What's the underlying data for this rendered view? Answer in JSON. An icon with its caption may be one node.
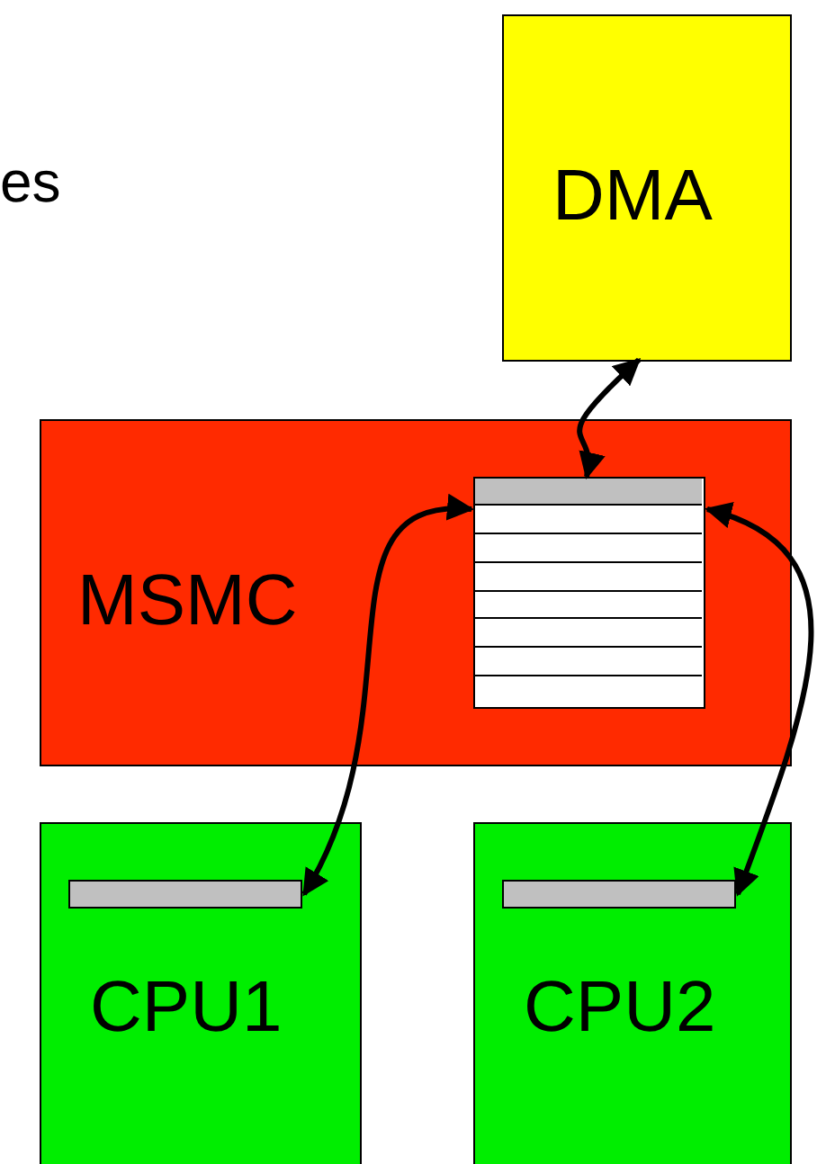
{
  "diagram": {
    "nodes": [
      {
        "text": [
          "DMA"
        ]
      },
      {
        "text": [
          "MSMC"
        ]
      },
      {
        "text": [],
        "shape": "box",
        "in": 1
      },
      {
        "text": [
          "CPU1"
        ]
      },
      {
        "text": [],
        "shape": "bar",
        "in": 3
      },
      {
        "text": [
          "CPU2"
        ]
      },
      {
        "text": [],
        "shape": "bar",
        "in": 5
      }
    ],
    "edges": [
      {
        "from": 0,
        "to": 2,
        "arrow": "both"
      },
      {
        "from": 2,
        "to": 4,
        "arrow": "both"
      },
      {
        "from": 2,
        "to": 6,
        "arrow": "both"
      }
    ],
    "labels": [
      "es"
    ]
  }
}
